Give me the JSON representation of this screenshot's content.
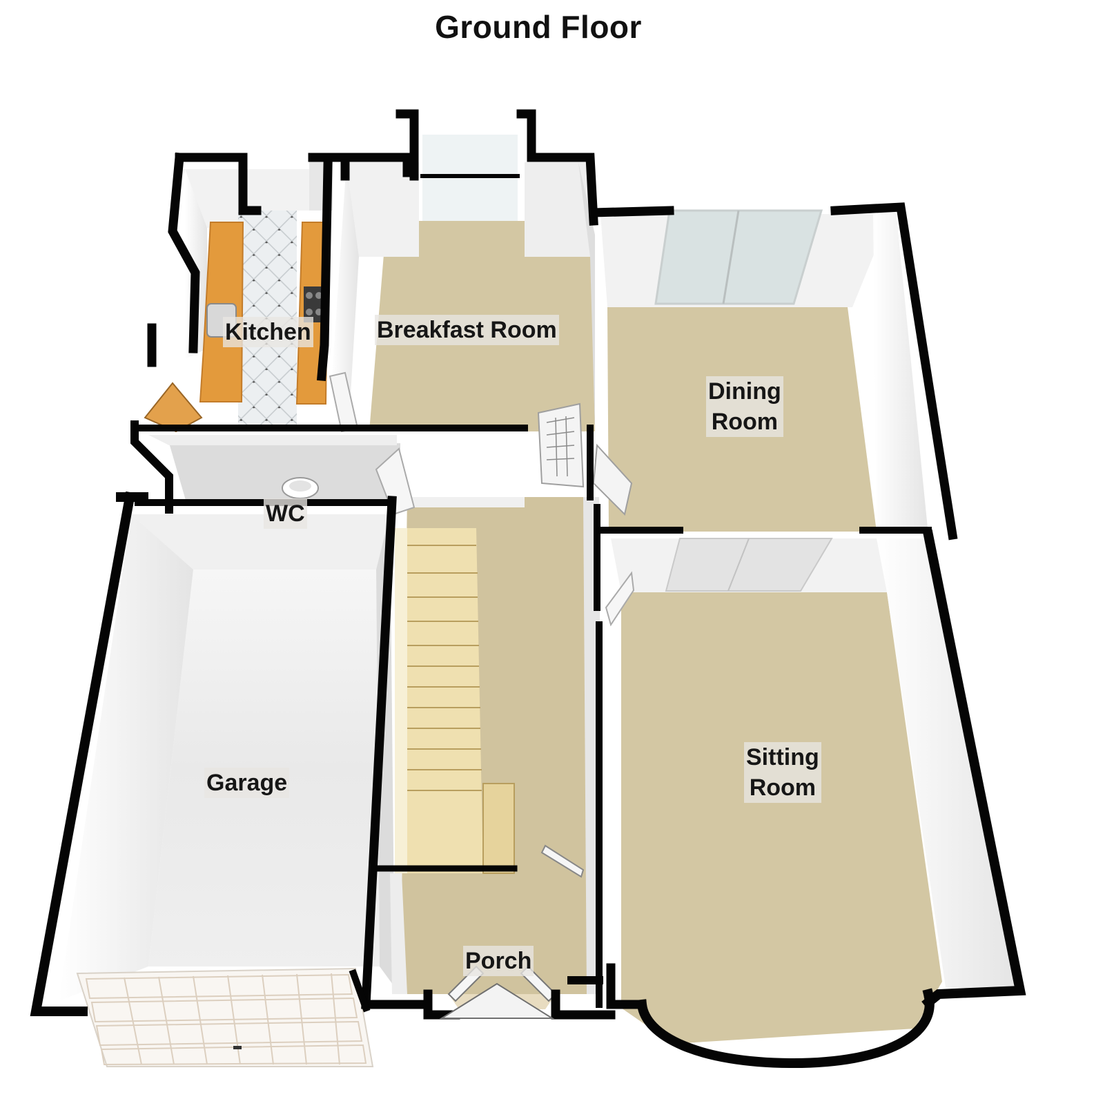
{
  "title": "Ground Floor",
  "rooms": {
    "kitchen": "Kitchen",
    "breakfast_room": "Breakfast Room",
    "dining_room": "Dining\nRoom",
    "wc": "WC",
    "garage": "Garage",
    "sitting_room": "Sitting\nRoom",
    "porch": "Porch"
  },
  "colors": {
    "wall": "#050505",
    "wall_face": "#f4f4f4",
    "carpet": "#d3c7a3",
    "garage_floor": "#e7e7e7",
    "worktop": "#e39a3c",
    "kitchen_tile": "#e5e8ea",
    "stairs": "#efe0b0",
    "glazing": "#dde6ea"
  }
}
